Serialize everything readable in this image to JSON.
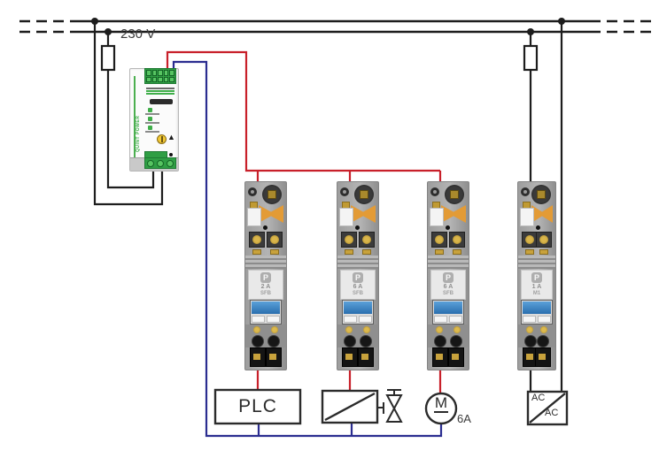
{
  "bus": {
    "voltage_label": "230 V"
  },
  "power_supply": {
    "brand": "QUINT POWER",
    "warning_icon": "▲"
  },
  "logo_letter": "P",
  "breakers": [
    {
      "rating": "2 A",
      "type": "SFB"
    },
    {
      "rating": "6 A",
      "type": "SFB"
    },
    {
      "rating": "6 A",
      "type": "SFB"
    },
    {
      "rating": "1 A",
      "type": "M1"
    }
  ],
  "loads": {
    "plc": "PLC",
    "motor_letter": "M",
    "motor_rating": "6A",
    "converter_in": "AC",
    "converter_out": "AC"
  },
  "colors": {
    "wire_positive": "#c8202a",
    "wire_negative": "#2b2d90",
    "wire_mains": "#1d1d1d",
    "psu_green": "#3fae49",
    "module_orange": "#e39b36",
    "switch_blue": "#2a6fae"
  }
}
